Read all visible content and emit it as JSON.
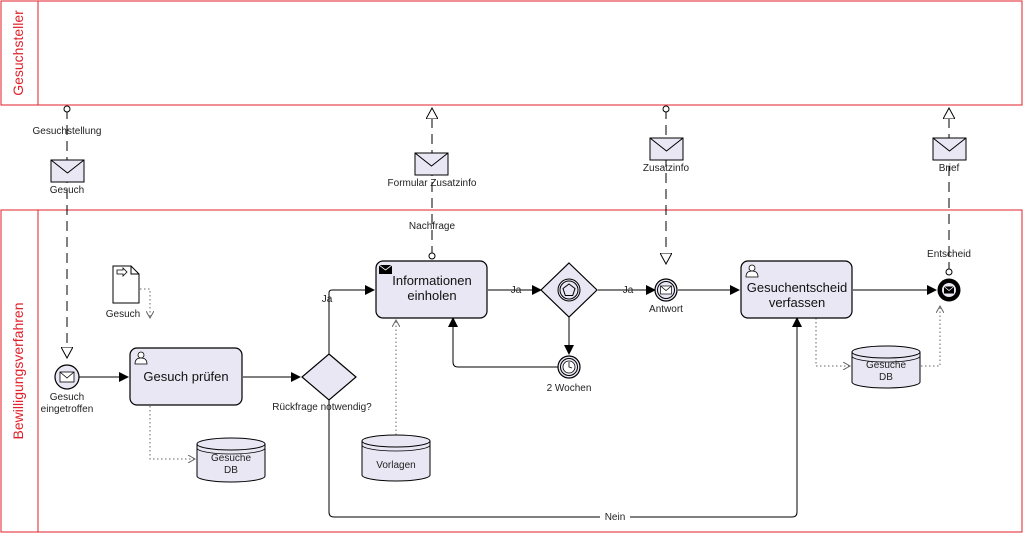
{
  "lanes": {
    "top": "Gesuchsteller",
    "bottom": "Bewilligungsverfahren"
  },
  "messages": {
    "gesuchstellung": "Gesuchstellung",
    "gesuch": "Gesuch",
    "formular": "Formular Zusatzinfo",
    "nachfrage": "Nachfrage",
    "zusatzinfo": "Zusatzinfo",
    "brief": "Brief",
    "entscheid": "Entscheid",
    "antwort": "Antwort"
  },
  "events": {
    "start_line1": "Gesuch",
    "start_line2": "eingetroffen",
    "timer": "2 Wochen"
  },
  "tasks": {
    "pruefen": "Gesuch prüfen",
    "info_line1": "Informationen",
    "info_line2": "einholen",
    "entscheid_line1": "Gesuchentscheid",
    "entscheid_line2": "verfassen"
  },
  "gateway": {
    "label": "Rückfrage notwendig?"
  },
  "flows": {
    "ja1": "Ja",
    "ja2": "Ja",
    "ja3": "Ja",
    "nein": "Nein"
  },
  "data": {
    "doc": "Gesuch",
    "db1_line1": "Gesuche",
    "db1_line2": "DB",
    "db2": "Vorlagen",
    "db3_line1": "Gesuche",
    "db3_line2": "DB"
  }
}
